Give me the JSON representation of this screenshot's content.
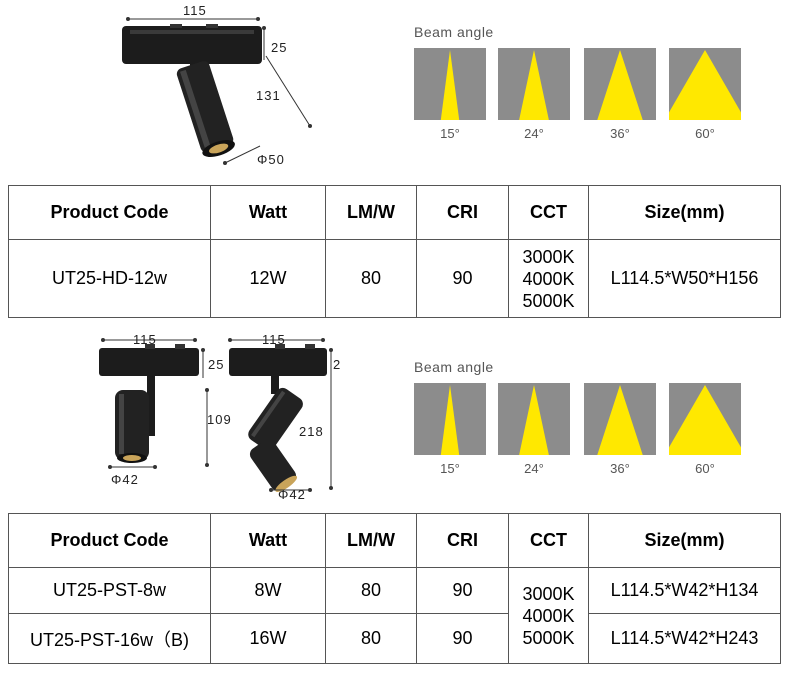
{
  "section1": {
    "dims": {
      "width": "115",
      "height": "25",
      "length": "131",
      "diameter": "Φ50"
    },
    "beam_title": "Beam angle",
    "beam_angles": [
      "15°",
      "24°",
      "36°",
      "60°"
    ],
    "table": {
      "headers": [
        "Product Code",
        "Watt",
        "LM/W",
        "CRI",
        "CCT",
        "Size(mm)"
      ],
      "rows": [
        {
          "code": "UT25-HD-12w",
          "watt": "12W",
          "lmw": "80",
          "cri": "90",
          "cct": [
            "3000K",
            "4000K",
            "5000K"
          ],
          "size": "L114.5*W50*H156"
        }
      ]
    }
  },
  "section2": {
    "dims_a": {
      "width": "115",
      "height": "25",
      "length": "109",
      "diameter": "Φ42"
    },
    "dims_b": {
      "width": "115",
      "height": "2",
      "length": "218",
      "diameter": "Φ42"
    },
    "beam_title": "Beam angle",
    "beam_angles": [
      "15°",
      "24°",
      "36°",
      "60°"
    ],
    "table": {
      "headers": [
        "Product Code",
        "Watt",
        "LM/W",
        "CRI",
        "CCT",
        "Size(mm)"
      ],
      "rows": [
        {
          "code": "UT25-PST-8w",
          "watt": "8W",
          "lmw": "80",
          "cri": "90",
          "size": "L114.5*W42*H134"
        },
        {
          "code": "UT25-PST-16w（B)",
          "watt": "16W",
          "lmw": "80",
          "cri": "90",
          "size": "L114.5*W42*H243"
        }
      ],
      "cct": [
        "3000K",
        "4000K",
        "5000K"
      ]
    }
  },
  "colors": {
    "beam_bg": "#8c8c8c",
    "beam_light": "#ffe800",
    "fixture": "#1c1c1c"
  }
}
